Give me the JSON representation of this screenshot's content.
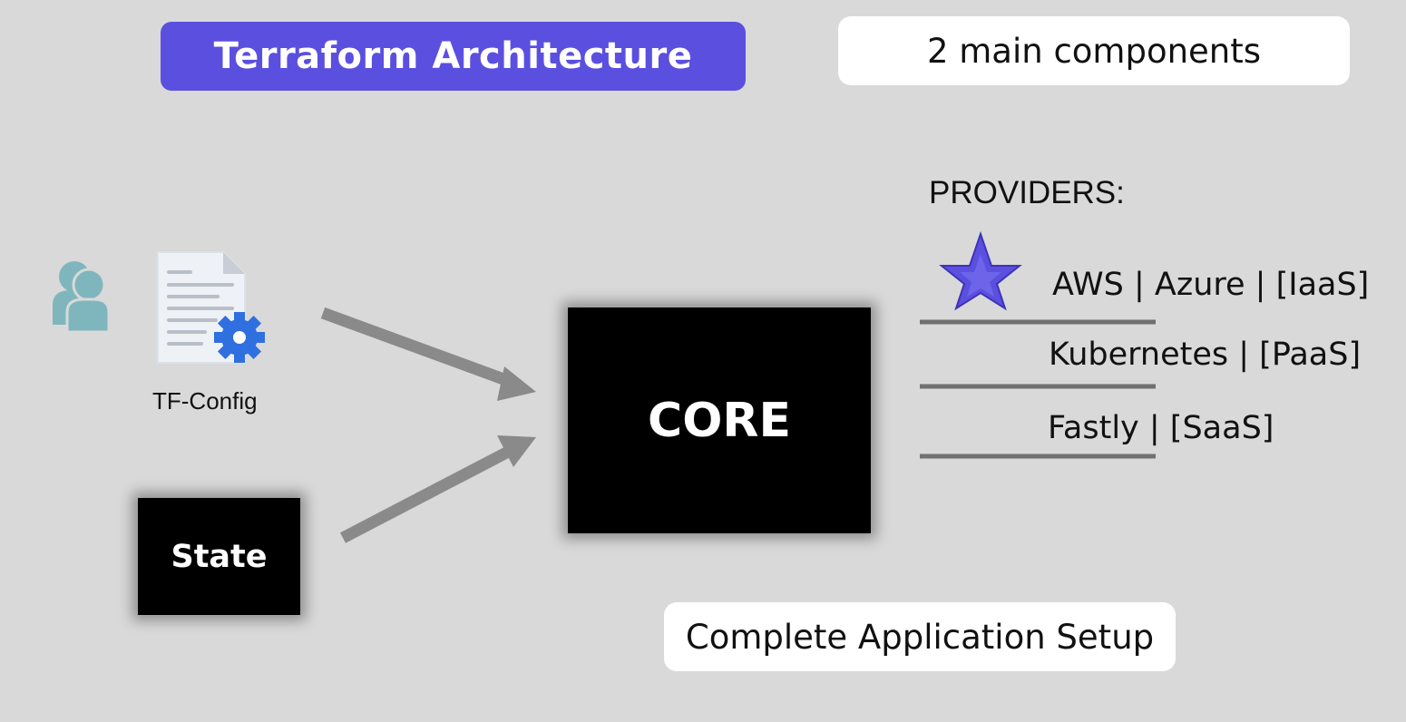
{
  "title": "Terraform Architecture",
  "components_label": "2 main components",
  "core_label": "CORE",
  "state_label": "State",
  "tf_config_label": "TF-Config",
  "providers": {
    "heading": "PROVIDERS:",
    "rows": [
      "AWS | Azure | [IaaS]",
      "Kubernetes | [PaaS]",
      "Fastly | [SaaS]"
    ]
  },
  "setup_label": "Complete Application Setup",
  "icons": [
    "users-icon",
    "config-file-icon",
    "gear-icon",
    "star-icon"
  ],
  "colors": {
    "background": "#d9d9d9",
    "accent": "#5b4fe0",
    "arrow": "#8a8a8a",
    "icon_teal": "#7fb6be",
    "gear_blue": "#2f6fe0"
  }
}
